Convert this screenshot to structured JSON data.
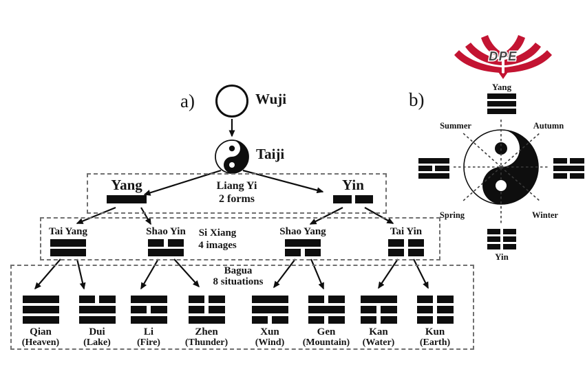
{
  "colors": {
    "ink": "#0e0e0e",
    "dash_border": "#6f6f6f",
    "logo_red": "#c31432",
    "logo_text": "#474747"
  },
  "logo": {
    "text": "DPE"
  },
  "panel_a": {
    "label": "a)",
    "wuji_label": "Wuji",
    "taiji_label": "Taiji",
    "liang_yi": {
      "title": "Liang Yi",
      "subtitle": "2 forms",
      "items": [
        {
          "name": "Yang",
          "lines": [
            "s"
          ]
        },
        {
          "name": "Yin",
          "lines": [
            "b"
          ]
        }
      ]
    },
    "si_xiang": {
      "title": "Si Xiang",
      "subtitle": "4 images",
      "items": [
        {
          "name": "Tai Yang",
          "lines": [
            "s",
            "s"
          ]
        },
        {
          "name": "Shao Yin",
          "lines": [
            "b",
            "s"
          ]
        },
        {
          "name": "Shao Yang",
          "lines": [
            "s",
            "b"
          ]
        },
        {
          "name": "Tai Yin",
          "lines": [
            "b",
            "b"
          ]
        }
      ]
    },
    "bagua": {
      "title": "Bagua",
      "subtitle": "8 situations",
      "items": [
        {
          "name": "Qian",
          "nature": "(Heaven)",
          "lines": [
            "s",
            "s",
            "s"
          ]
        },
        {
          "name": "Dui",
          "nature": "(Lake)",
          "lines": [
            "b",
            "s",
            "s"
          ]
        },
        {
          "name": "Li",
          "nature": "(Fire)",
          "lines": [
            "s",
            "b",
            "s"
          ]
        },
        {
          "name": "Zhen",
          "nature": "(Thunder)",
          "lines": [
            "b",
            "b",
            "s"
          ]
        },
        {
          "name": "Xun",
          "nature": "(Wind)",
          "lines": [
            "s",
            "s",
            "b"
          ]
        },
        {
          "name": "Gen",
          "nature": "(Mountain)",
          "lines": [
            "b",
            "s",
            "b"
          ]
        },
        {
          "name": "Kan",
          "nature": "(Water)",
          "lines": [
            "s",
            "b",
            "b"
          ]
        },
        {
          "name": "Kun",
          "nature": "(Earth)",
          "lines": [
            "b",
            "b",
            "b"
          ]
        }
      ]
    }
  },
  "panel_b": {
    "label": "b)",
    "trigrams": {
      "top": {
        "label": "Yang",
        "lines": [
          "s",
          "s",
          "s"
        ]
      },
      "right": {
        "lines": [
          "b",
          "s",
          "b"
        ]
      },
      "bottom": {
        "label": "Yin",
        "lines": [
          "b",
          "b",
          "b"
        ]
      },
      "left": {
        "lines": [
          "s",
          "b",
          "s"
        ]
      }
    },
    "seasons": {
      "top_left": "Summer",
      "top_right": "Autumn",
      "bottom_left": "Spring",
      "bottom_right": "Winter"
    }
  }
}
